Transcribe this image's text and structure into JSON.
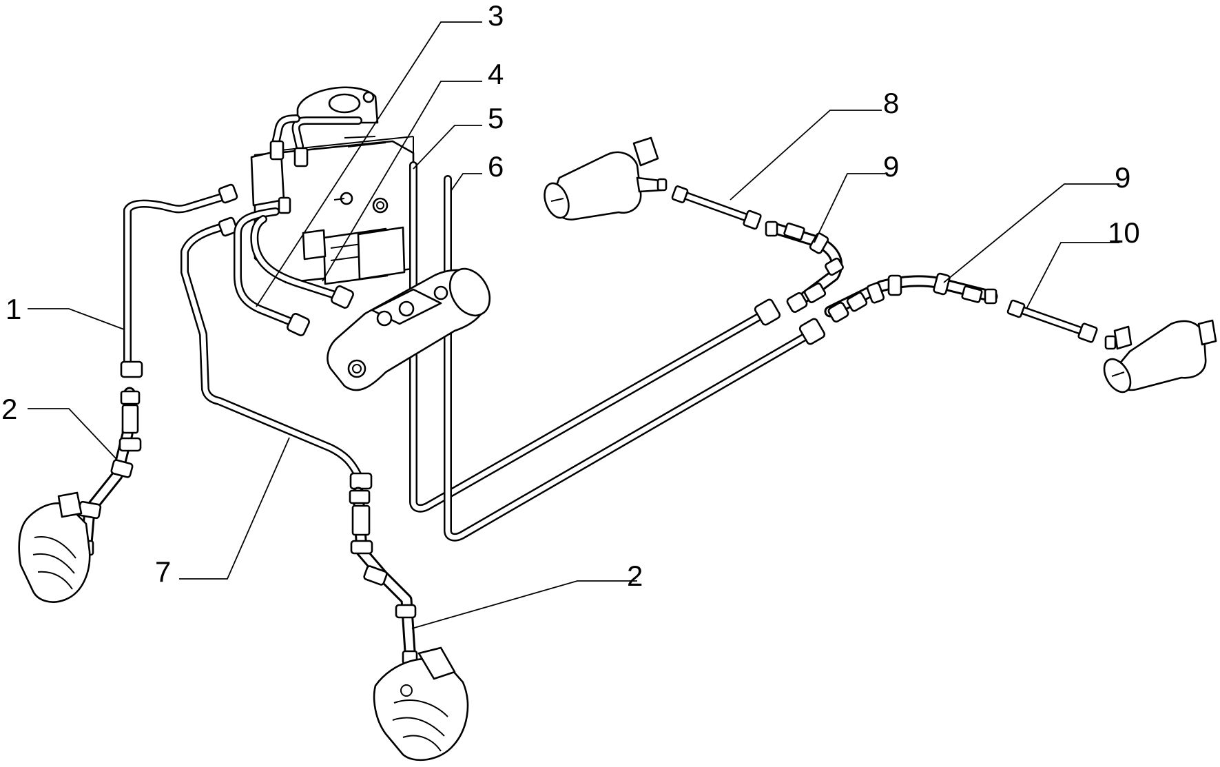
{
  "callouts": {
    "c1": "1",
    "c2a": "2",
    "c2b": "2",
    "c3": "3",
    "c4": "4",
    "c5": "5",
    "c6": "6",
    "c7": "7",
    "c8": "8",
    "c9a": "9",
    "c9b": "9",
    "c10": "10"
  }
}
